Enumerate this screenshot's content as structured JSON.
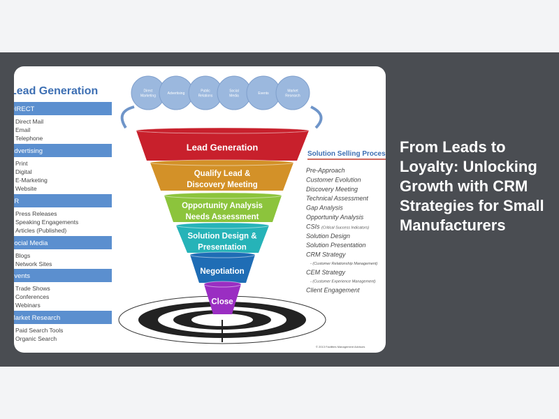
{
  "article": {
    "title": "From Leads to Loyalty: Unlocking Growth with CRM Strategies for Small Manufacturers"
  },
  "infographic": {
    "left_heading": "Lead Generation",
    "groups": [
      {
        "header": "DIRECT",
        "items": [
          "Direct Mail",
          "Email",
          "Telephone"
        ]
      },
      {
        "header": "Advertising",
        "items": [
          "Print",
          "Digital",
          "E-Marketing",
          "Website"
        ]
      },
      {
        "header": "PR",
        "items": [
          "Press Releases",
          "Speaking Engagements",
          "Articles (Published)"
        ]
      },
      {
        "header": "Social Media",
        "items": [
          "Blogs",
          "Network Sites"
        ]
      },
      {
        "header": "Events",
        "items": [
          "Trade Shows",
          "Conferences",
          "Webinars"
        ]
      },
      {
        "header": "Market Research",
        "items": [
          "Paid Search Tools",
          "Organic Search"
        ]
      }
    ],
    "circles": [
      [
        "Direct",
        "Marketing"
      ],
      [
        "Advertising"
      ],
      [
        "Public",
        "Relations"
      ],
      [
        "Social",
        "Media"
      ],
      [
        "Events"
      ],
      [
        "Market",
        "Research"
      ]
    ],
    "funnel": [
      {
        "lines": [
          "Lead Generation"
        ],
        "color": "#c8202c"
      },
      {
        "lines": [
          "Qualify Lead &",
          "Discovery Meeting"
        ],
        "color": "#d39128"
      },
      {
        "lines": [
          "Opportunity Analysis",
          "Needs Assessment"
        ],
        "color": "#8cc43c"
      },
      {
        "lines": [
          "Solution Design &",
          "Presentation"
        ],
        "color": "#26b3b8"
      },
      {
        "lines": [
          "Negotiation"
        ],
        "color": "#1f6db5"
      },
      {
        "lines": [
          "Close"
        ],
        "color": "#9a2ec2"
      }
    ],
    "right_heading": "Solution Selling Process",
    "process": [
      {
        "text": "Pre-Approach"
      },
      {
        "text": "Customer Evolution"
      },
      {
        "text": "Discovery Meeting"
      },
      {
        "text": "Technical Assessment"
      },
      {
        "text": "Gap Analysis"
      },
      {
        "text": "Opportunity Analysis"
      },
      {
        "text": "CSIs",
        "note": "(Critical Success Indicators)"
      },
      {
        "text": "Solution Design"
      },
      {
        "text": "Solution Presentation"
      },
      {
        "text": "CRM Strategy"
      },
      {
        "sub": "- (Customer Relationship Management)"
      },
      {
        "text": "CEM Strategy"
      },
      {
        "sub": "- (Customer Experience Management)"
      },
      {
        "text": "Client Engagement"
      }
    ],
    "copyright": "© 2013 Facilities Management Advisors"
  },
  "colors": {
    "band": "#4a4d52",
    "page": "#f3f4f6",
    "bar": "#5b8fcf",
    "circle": "#9bb8de"
  }
}
